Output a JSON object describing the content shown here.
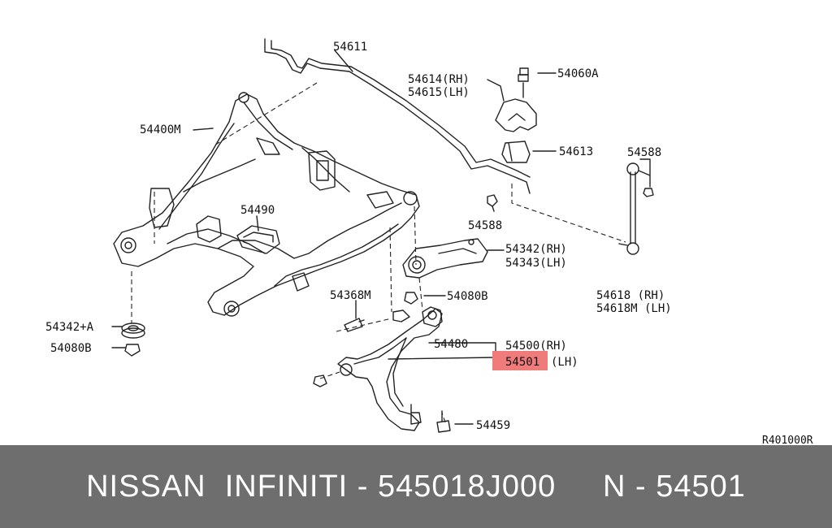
{
  "colors": {
    "line": "#222222",
    "highlight": "#f07b7b",
    "caption_bg": "#6e6e6e",
    "caption_text": "#ffffff"
  },
  "labels": {
    "p54611": "54611",
    "p54614": "54614(RH)",
    "p54615": "54615(LH)",
    "p54060A": "54060A",
    "p54400M": "54400M",
    "p54613": "54613",
    "p54588a": "54588",
    "p54490": "54490",
    "p54588b": "54588",
    "p54342": "54342(RH)",
    "p54343": "54343(LH)",
    "p54368M": "54368M",
    "p54080B": "54080B",
    "p54618": "54618  (RH)",
    "p54618M": "54618M (LH)",
    "p54342A": "54342+A",
    "p54480": "54480",
    "p54500": "54500(RH)",
    "p54080B2": "54080B",
    "p54501": "54501",
    "p54501lh": "(LH)",
    "p54459": "54459",
    "ref": "R401000R"
  },
  "caption": {
    "text": "NISSAN  INFINITI - 545018J000     N - 54501"
  }
}
